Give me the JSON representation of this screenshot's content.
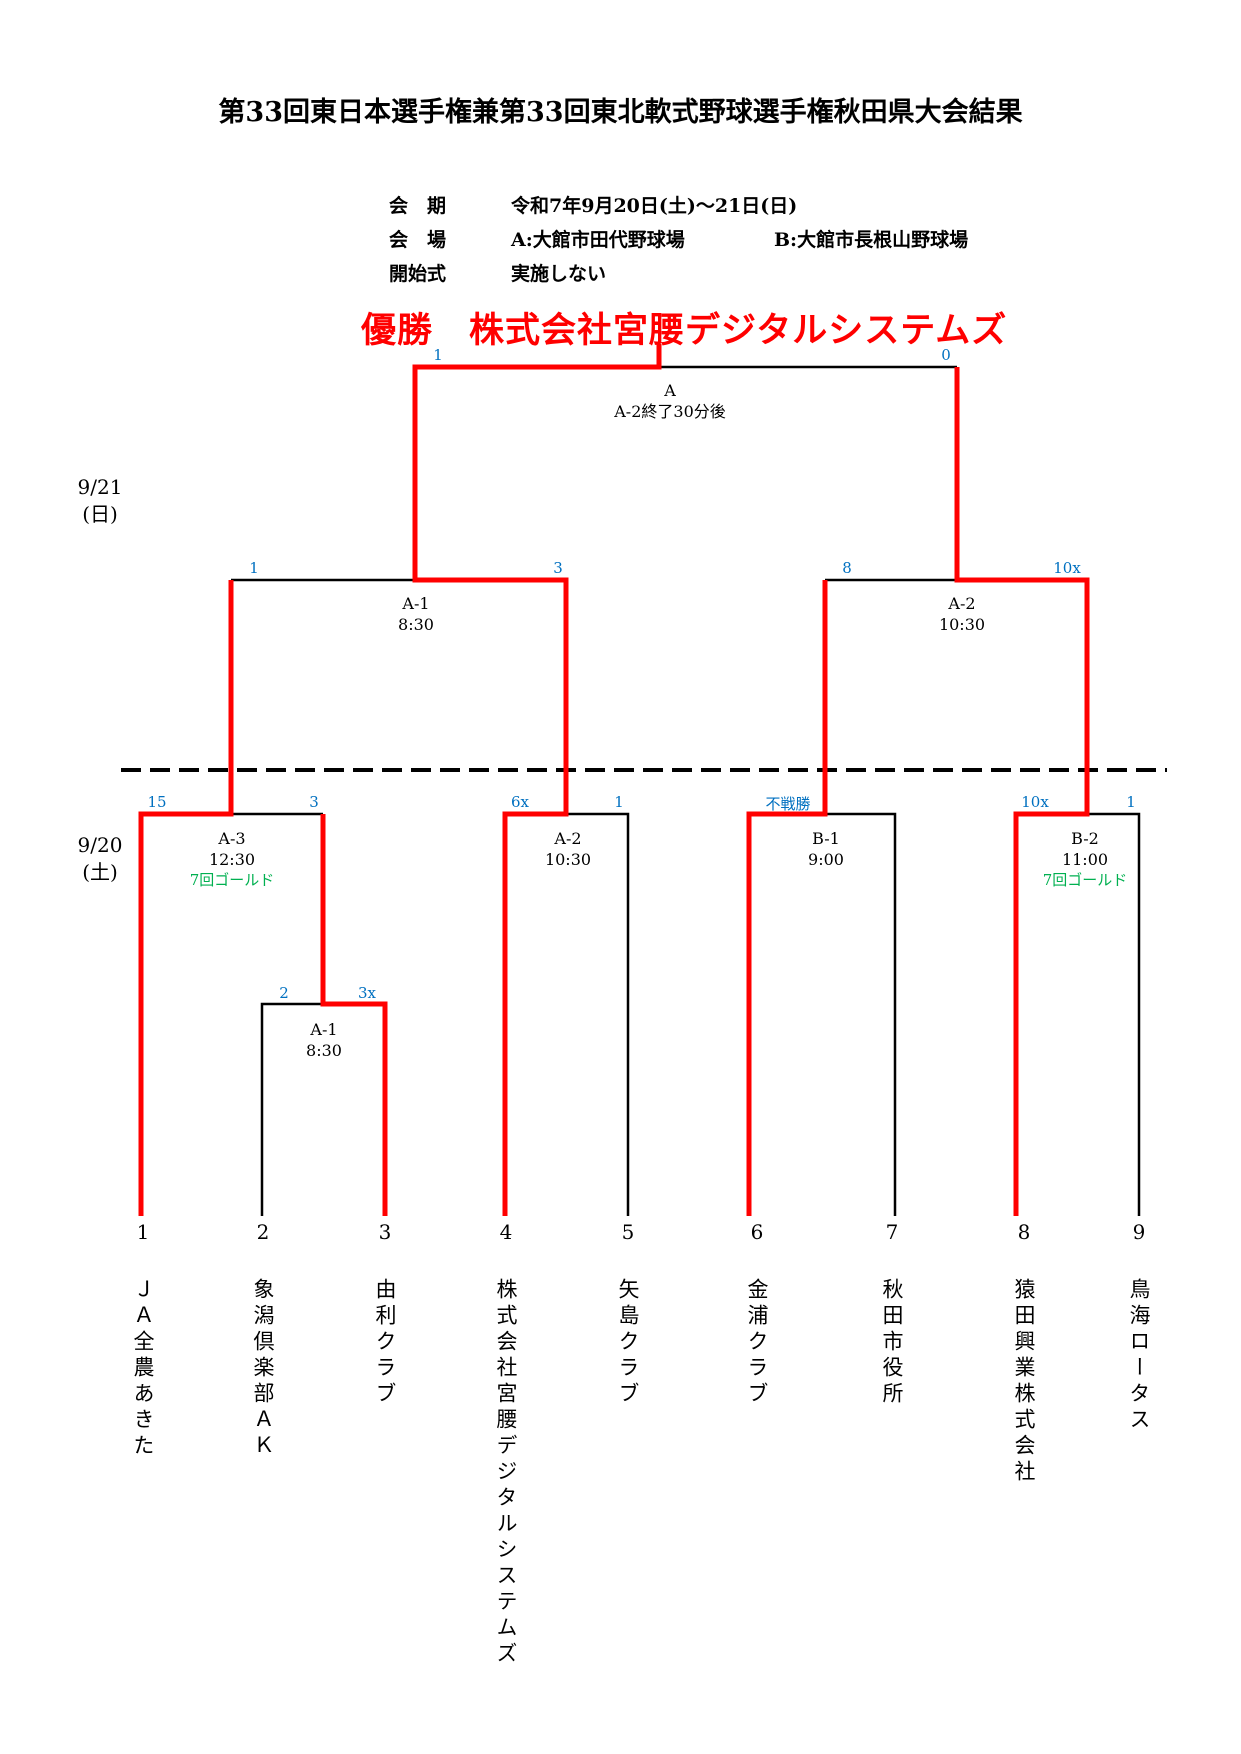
{
  "title": "第33回東日本選手権兼第33回東北軟式野球選手権秋田県大会結果",
  "info": {
    "period_label": "会　期",
    "period_value": "令和7年9月20日(土)～21日(日)",
    "venue_label": "会　場",
    "venue_a": "A:大館市田代野球場",
    "venue_b": "B:大館市長根山野球場",
    "ceremony_label": "開始式",
    "ceremony_value": "実施しない"
  },
  "champion": "優勝　株式会社宮腰デジタルシステムズ",
  "dates": {
    "day2": "9/21",
    "day2_wd": "(日)",
    "day1": "9/20",
    "day1_wd": "(土)"
  },
  "colors": {
    "winner_line": "#ff0000",
    "score": "#0070c0",
    "note": "#00b050"
  },
  "games": {
    "final": {
      "name": "A",
      "time": "A-2終了30分後",
      "score_left": "1",
      "score_right": "0"
    },
    "semi1": {
      "name": "A-1",
      "time": "8:30",
      "score_left": "1",
      "score_right": "3"
    },
    "semi2": {
      "name": "A-2",
      "time": "10:30",
      "score_left": "8",
      "score_right": "10x"
    },
    "r1_a3": {
      "name": "A-3",
      "time": "12:30",
      "note": "7回ゴールド",
      "score_left": "15",
      "score_right": "3"
    },
    "r0_a1": {
      "name": "A-1",
      "time": "8:30",
      "score_left": "2",
      "score_right": "3x"
    },
    "r1_a2": {
      "name": "A-2",
      "time": "10:30",
      "score_left": "6x",
      "score_right": "1"
    },
    "r1_b1": {
      "name": "B-1",
      "time": "9:00",
      "score_left": "不戦勝",
      "score_right": ""
    },
    "r1_b2": {
      "name": "B-2",
      "time": "11:00",
      "note": "7回ゴールド",
      "score_left": "10x",
      "score_right": "1"
    }
  },
  "teams": [
    {
      "no": "1",
      "name": "ＪＡ全農あきた"
    },
    {
      "no": "2",
      "name": "象潟倶楽部ＡＫ"
    },
    {
      "no": "3",
      "name": "由利クラブ"
    },
    {
      "no": "4",
      "name": "株式会社宮腰デジタルシステムズ"
    },
    {
      "no": "5",
      "name": "矢島クラブ"
    },
    {
      "no": "6",
      "name": "金浦クラブ"
    },
    {
      "no": "7",
      "name": "秋田市役所"
    },
    {
      "no": "8",
      "name": "猿田興業株式会社"
    },
    {
      "no": "9",
      "name": "鳥海ロータス"
    }
  ]
}
